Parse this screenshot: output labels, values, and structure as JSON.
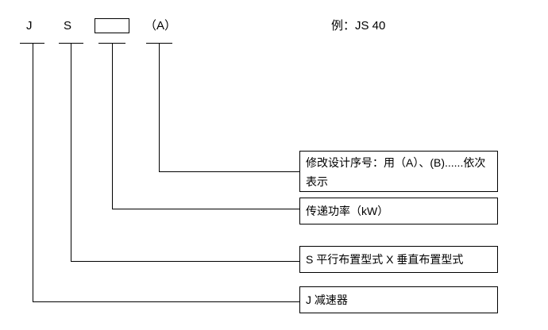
{
  "header": {
    "part_j": "J",
    "part_s": "S",
    "part_a": "（A）",
    "example": "例：JS 40"
  },
  "callouts": {
    "design_serial": "修改设计序号：用（A）、(B)......依次表示",
    "power": "传递功率（kW）",
    "arrangement": "S 平行布置型式  X 垂直布置型式",
    "reducer": "J 减速器"
  },
  "colors": {
    "line": "#000000",
    "text": "#000000",
    "background": "#ffffff"
  }
}
